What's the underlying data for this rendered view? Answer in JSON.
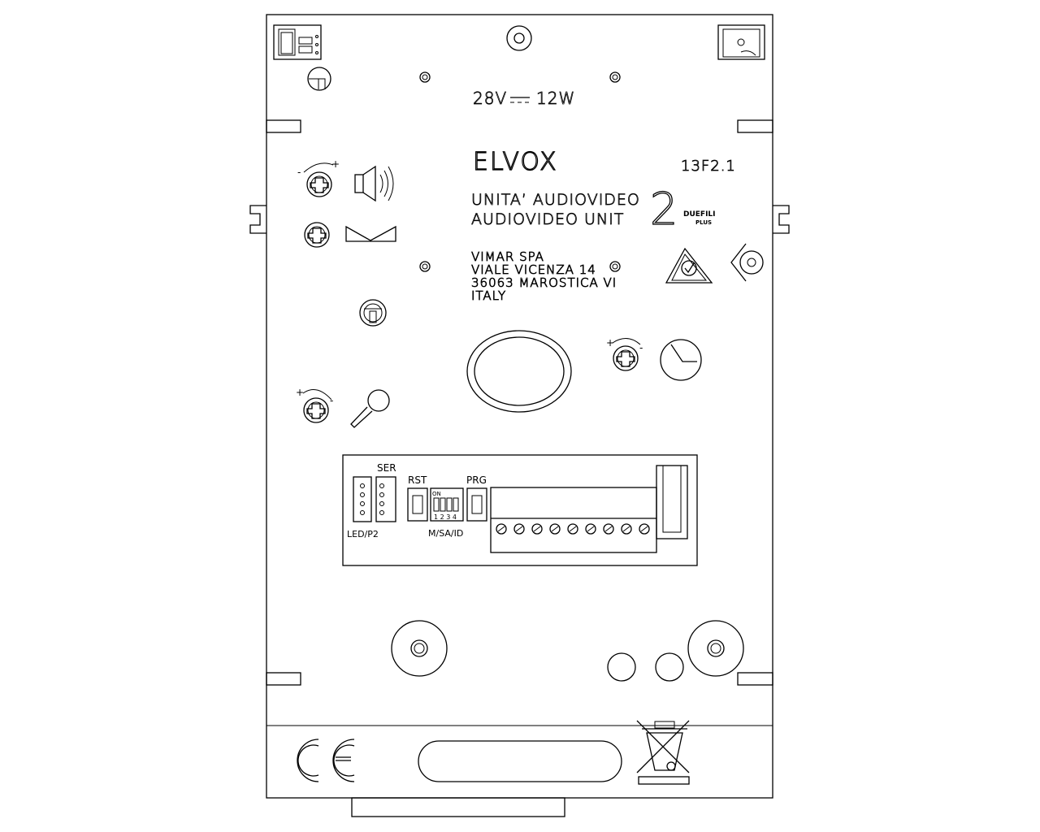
{
  "power_rating": {
    "voltage": "28V",
    "power": "12W"
  },
  "brand": {
    "logo_text": "ELVOX"
  },
  "model_code": "13F2.1",
  "product_name": {
    "line1": "UNITA’ AUDIOVIDEO",
    "line2": "AUDIOVIDEO UNIT"
  },
  "system_logo": {
    "numeral": "2",
    "word1": "DUEFILI",
    "word2": "PLUS"
  },
  "manufacturer": {
    "line1": "VIMAR SPA",
    "line2": "VIALE VICENZA 14",
    "line3": "36063 MAROSTICA VI",
    "line4": "ITALY"
  },
  "adjusters": {
    "volume": {
      "minus": "-",
      "plus": "+",
      "icon": "speaker-icon"
    },
    "brightness": {
      "icon": "envelope-icon"
    },
    "timer": {
      "minus": "-",
      "plus": "+",
      "icon": "clock-icon"
    },
    "microphone": {
      "minus": "-",
      "plus": "+",
      "icon": "microphone-icon"
    }
  },
  "connector_panel": {
    "led_label": "LED/P2",
    "ser_label": "SER",
    "rst_label": "RST",
    "dip_on_label": "ON",
    "dip_numbers": "1 2 3 4",
    "dip_function_label": "M/SA/ID",
    "prg_label": "PRG",
    "terminal_count": 9
  },
  "certifications": [
    "CE",
    "RCM",
    "WEEE"
  ]
}
